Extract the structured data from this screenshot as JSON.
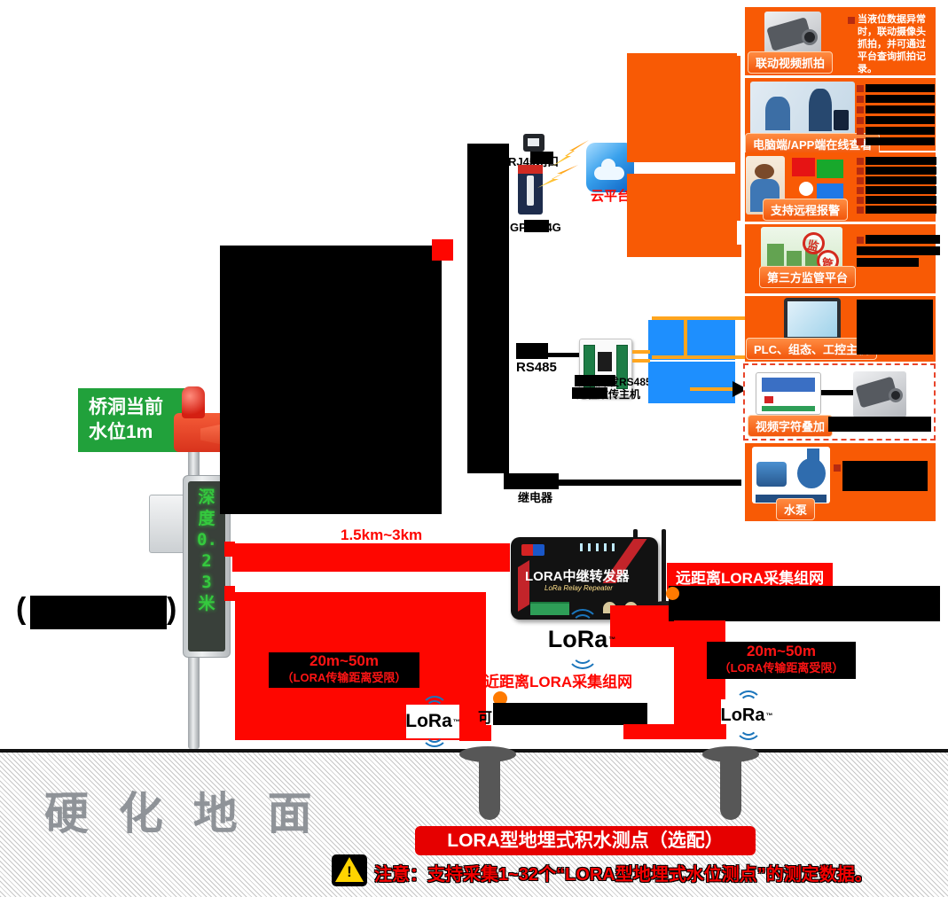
{
  "station": {
    "sign": "桥洞当前\n水位1m",
    "led_text": "深度0.23米",
    "caption_open": "(",
    "caption_close": ")"
  },
  "uplink": {
    "rj45": "RJ45网口",
    "gprs": "GPRS/4G",
    "cloud": "云平台"
  },
  "bus": {
    "rs485": "RS485",
    "converter_line1": "二次开发RS485",
    "converter_line2": "远程数传主机",
    "relay": "继电器"
  },
  "features": [
    {
      "label": "联动视频抓拍",
      "desc": "当液位数据异常时，联动摄像头抓拍，并可通过平台查询抓拍记录。"
    },
    {
      "label": "电脑端/APP端在线查看"
    },
    {
      "label": "支持远程报警"
    },
    {
      "label": "第三方监管平台",
      "stamp1": "监",
      "stamp2": "管"
    },
    {
      "label": "PLC、组态、工控主机"
    },
    {
      "label": "视频字符叠加"
    },
    {
      "label": "水泵"
    }
  ],
  "lora": {
    "repeater_title": "LORA中继转发器",
    "repeater_subtitle": "LoRa Relay Repeater",
    "logo": "LoRa",
    "tm": "™",
    "distance": "1.5km~3km",
    "blocked_line1": "20m~50m",
    "blocked_line2": "（LORA传输距离受限）",
    "network_far": "远距离LORA采集组网",
    "network_near": "近距离LORA采集组网",
    "near_fragment": "可"
  },
  "ground": {
    "surface": "硬 化 地 面",
    "buried_label": "LORA型地埋式积水测点（选配）",
    "notice": "注意：支持采集1~32个“LORA型地埋式水位测点”的测定数据。",
    "warning_mark": "!"
  }
}
